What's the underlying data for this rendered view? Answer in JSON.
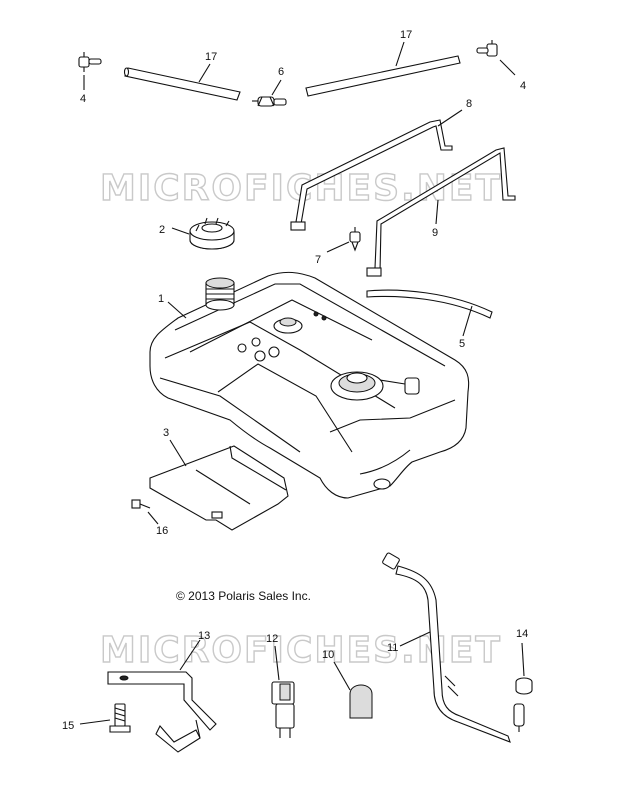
{
  "watermark": "MICROFICHES.NET",
  "copyright": "© 2013 Polaris Sales Inc.",
  "callouts": {
    "c1": "1",
    "c2": "2",
    "c3": "3",
    "c4a": "4",
    "c4b": "4",
    "c5": "5",
    "c6": "6",
    "c7": "7",
    "c8": "8",
    "c9": "9",
    "c10": "10",
    "c11": "11",
    "c12": "12",
    "c13": "13",
    "c14": "14",
    "c15": "15",
    "c16": "16",
    "c17a": "17",
    "c17b": "17"
  }
}
